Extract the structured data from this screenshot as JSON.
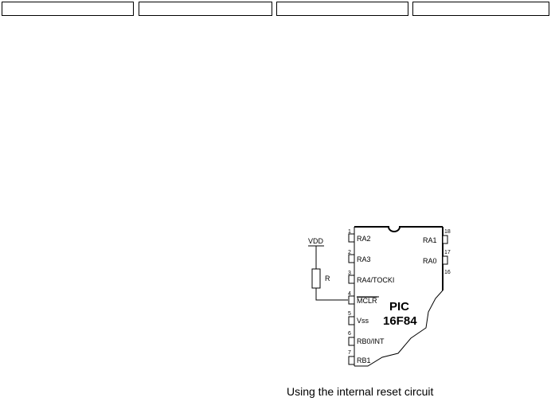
{
  "header_tabs": [
    {
      "label": ""
    },
    {
      "label": ""
    },
    {
      "label": ""
    },
    {
      "label": ""
    }
  ],
  "diagram": {
    "supply_label": "VDD",
    "resistor_label": "R",
    "chip_name_line1": "PIC",
    "chip_name_line2": "16F84",
    "left_pins": [
      {
        "number": "1",
        "name": "RA2"
      },
      {
        "number": "2",
        "name": "RA3"
      },
      {
        "number": "3",
        "name": "RA4/TOCKI"
      },
      {
        "number": "4",
        "name": "MCLR"
      },
      {
        "number": "5",
        "name": "Vss"
      },
      {
        "number": "6",
        "name": "RB0/INT"
      },
      {
        "number": "7",
        "name": "RB1"
      }
    ],
    "right_pins": [
      {
        "number": "18",
        "name": "RA1"
      },
      {
        "number": "17",
        "name": "RA0"
      },
      {
        "number": "16",
        "name": ""
      }
    ]
  },
  "caption": "Using the internal reset circuit",
  "colors": {
    "line": "#000000",
    "background": "#ffffff"
  }
}
